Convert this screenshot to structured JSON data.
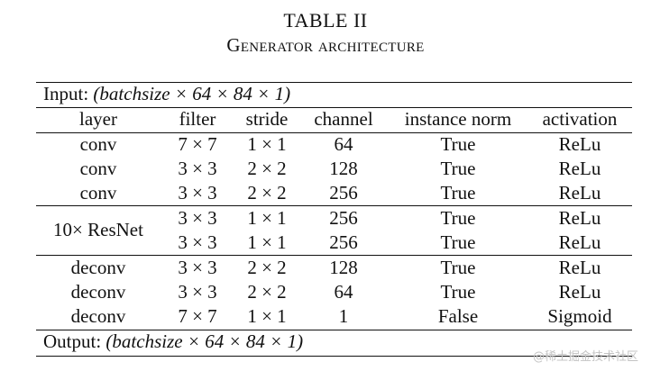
{
  "caption": {
    "table_number": "TABLE II",
    "title": "Generator architecture"
  },
  "input_label": "Input:",
  "input_shape": "(batchsize × 64 × 84 × 1)",
  "output_label": "Output:",
  "output_shape": "(batchsize × 64 × 84 × 1)",
  "columns": [
    "layer",
    "filter",
    "stride",
    "channel",
    "instance norm",
    "activation"
  ],
  "rows": [
    {
      "layer": "conv",
      "filter": "7 × 7",
      "stride": "1 × 1",
      "channel": "64",
      "norm": "True",
      "activation": "ReLu"
    },
    {
      "layer": "conv",
      "filter": "3 × 3",
      "stride": "2 × 2",
      "channel": "128",
      "norm": "True",
      "activation": "ReLu"
    },
    {
      "layer": "conv",
      "filter": "3 × 3",
      "stride": "2 × 2",
      "channel": "256",
      "norm": "True",
      "activation": "ReLu"
    },
    {
      "layer": "",
      "filter": "3 × 3",
      "stride": "1 × 1",
      "channel": "256",
      "norm": "True",
      "activation": "ReLu"
    },
    {
      "layer": "",
      "filter": "3 × 3",
      "stride": "1 × 1",
      "channel": "256",
      "norm": "True",
      "activation": "ReLu"
    },
    {
      "layer": "deconv",
      "filter": "3 × 3",
      "stride": "2 × 2",
      "channel": "128",
      "norm": "True",
      "activation": "ReLu"
    },
    {
      "layer": "deconv",
      "filter": "3 × 3",
      "stride": "2 × 2",
      "channel": "64",
      "norm": "True",
      "activation": "ReLu"
    },
    {
      "layer": "deconv",
      "filter": "7 × 7",
      "stride": "1 × 1",
      "channel": "1",
      "norm": "False",
      "activation": "Sigmoid"
    }
  ],
  "resnet_label": "10× ResNet",
  "watermark": "@稀土掘金技术社区"
}
